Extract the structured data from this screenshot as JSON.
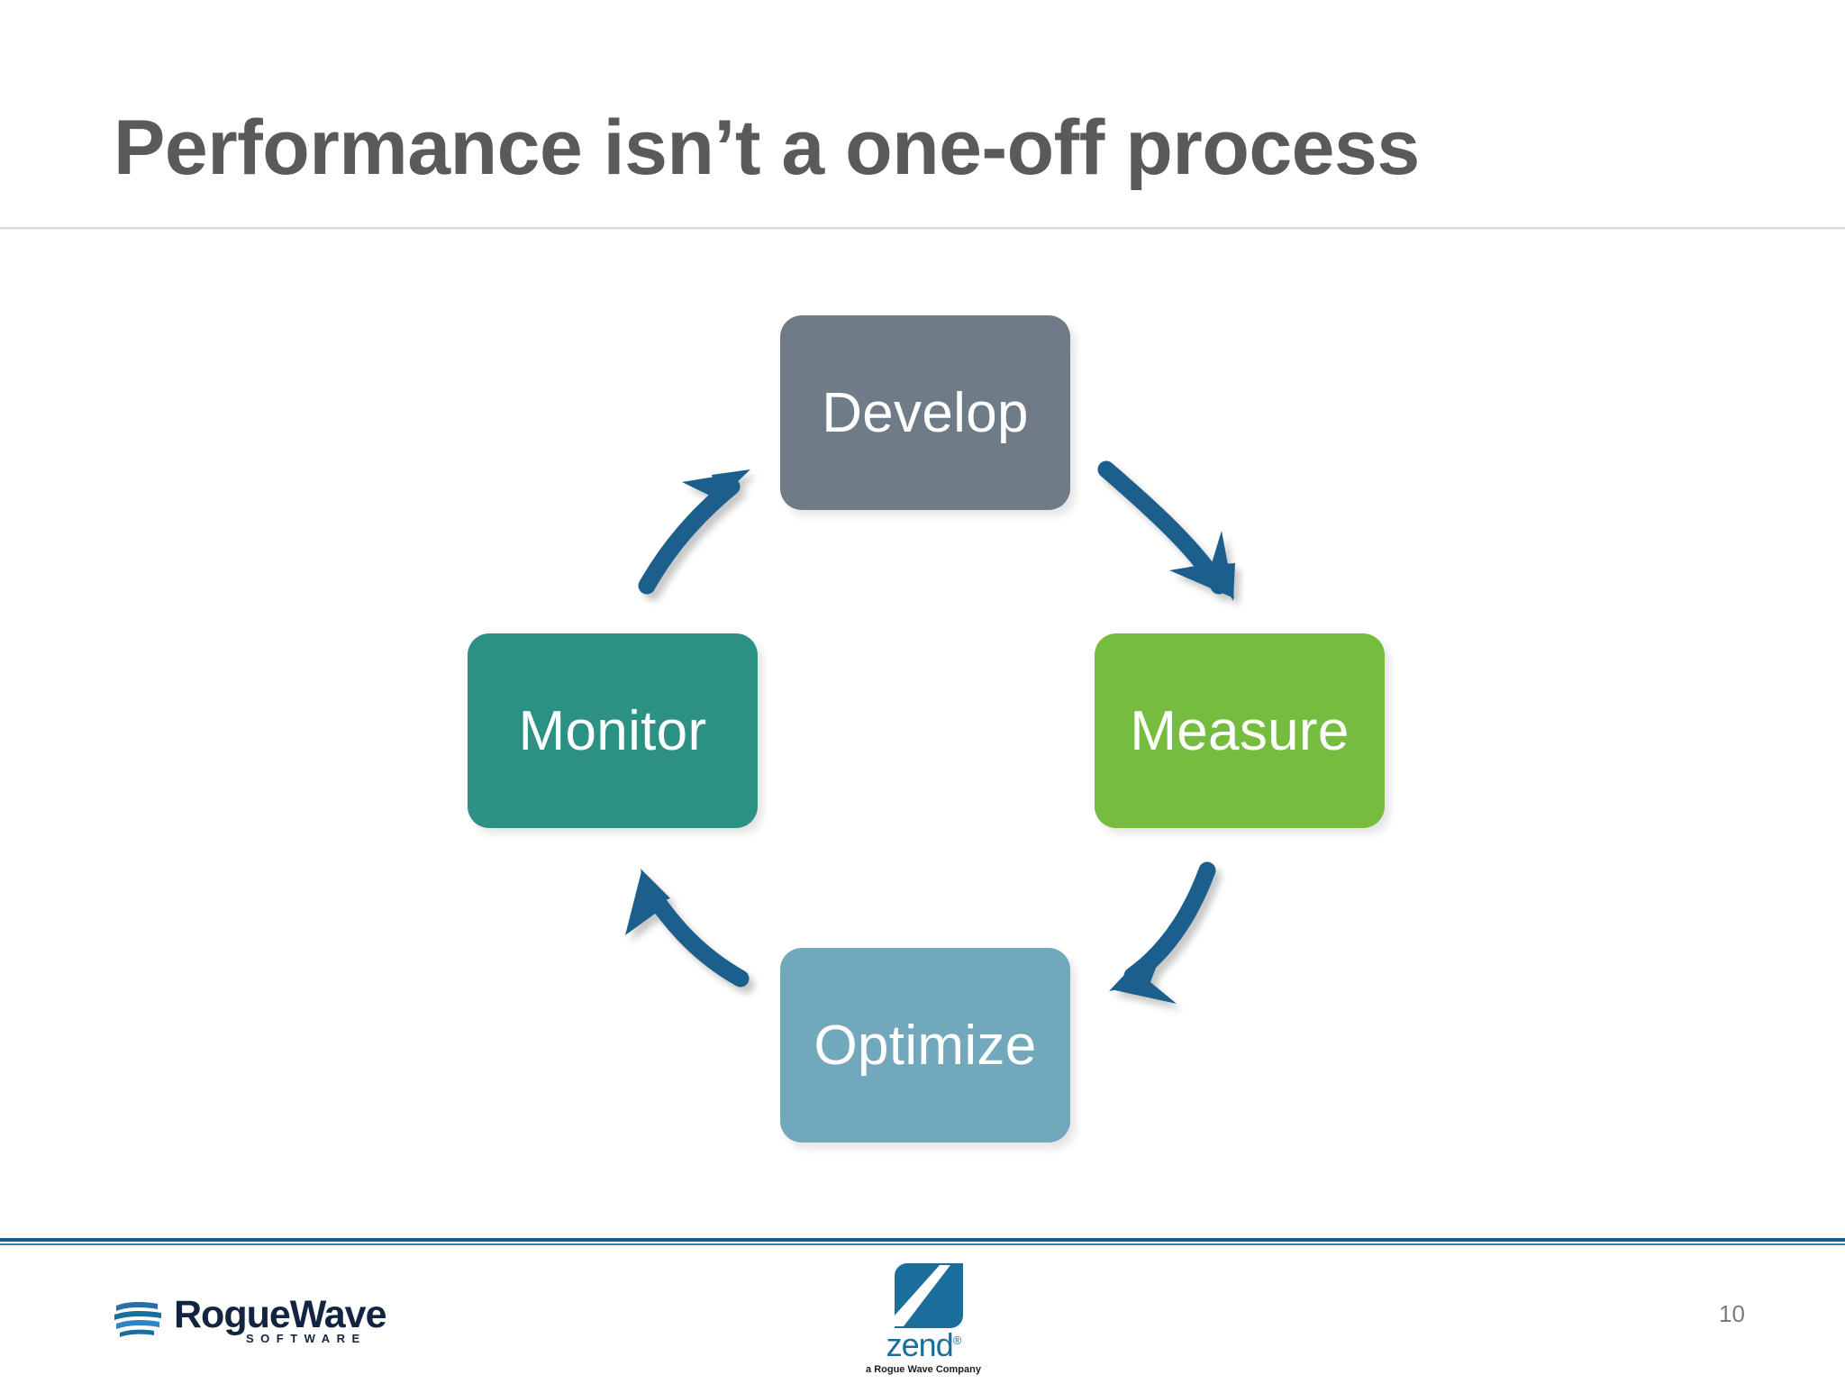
{
  "slide": {
    "title": "Performance isn’t a one-off process",
    "page_number": "10",
    "background_color": "#ffffff",
    "title_color": "#5a5a5a",
    "header_rule_color": "#d7d9db",
    "footer_rule_color": "#1b5e8c"
  },
  "diagram": {
    "type": "cycle",
    "direction": "clockwise",
    "arrow_color": "#1b5e8c",
    "nodes": [
      {
        "id": "develop",
        "label": "Develop",
        "color": "#6f7b87",
        "position": "top"
      },
      {
        "id": "measure",
        "label": "Measure",
        "color": "#76bc3f",
        "position": "right"
      },
      {
        "id": "optimize",
        "label": "Optimize",
        "color": "#72a8bc",
        "position": "bottom"
      },
      {
        "id": "monitor",
        "label": "Monitor",
        "color": "#2b9183",
        "position": "left"
      }
    ],
    "arrows": [
      {
        "id": "develop-to-measure",
        "from": "Develop",
        "to": "Measure"
      },
      {
        "id": "measure-to-optimize",
        "from": "Measure",
        "to": "Optimize"
      },
      {
        "id": "optimize-to-monitor",
        "from": "Optimize",
        "to": "Monitor"
      },
      {
        "id": "monitor-to-develop",
        "from": "Monitor",
        "to": "Develop"
      }
    ]
  },
  "footer": {
    "roguewave": {
      "wordmark": "RogueWave",
      "subtitle": "SOFTWARE",
      "color": "#12243f",
      "mark_color": "#1b6d9b"
    },
    "zend": {
      "wordmark": "zend",
      "registered": "®",
      "tagline": "a Rogue Wave Company",
      "color": "#1b6d9b"
    }
  }
}
